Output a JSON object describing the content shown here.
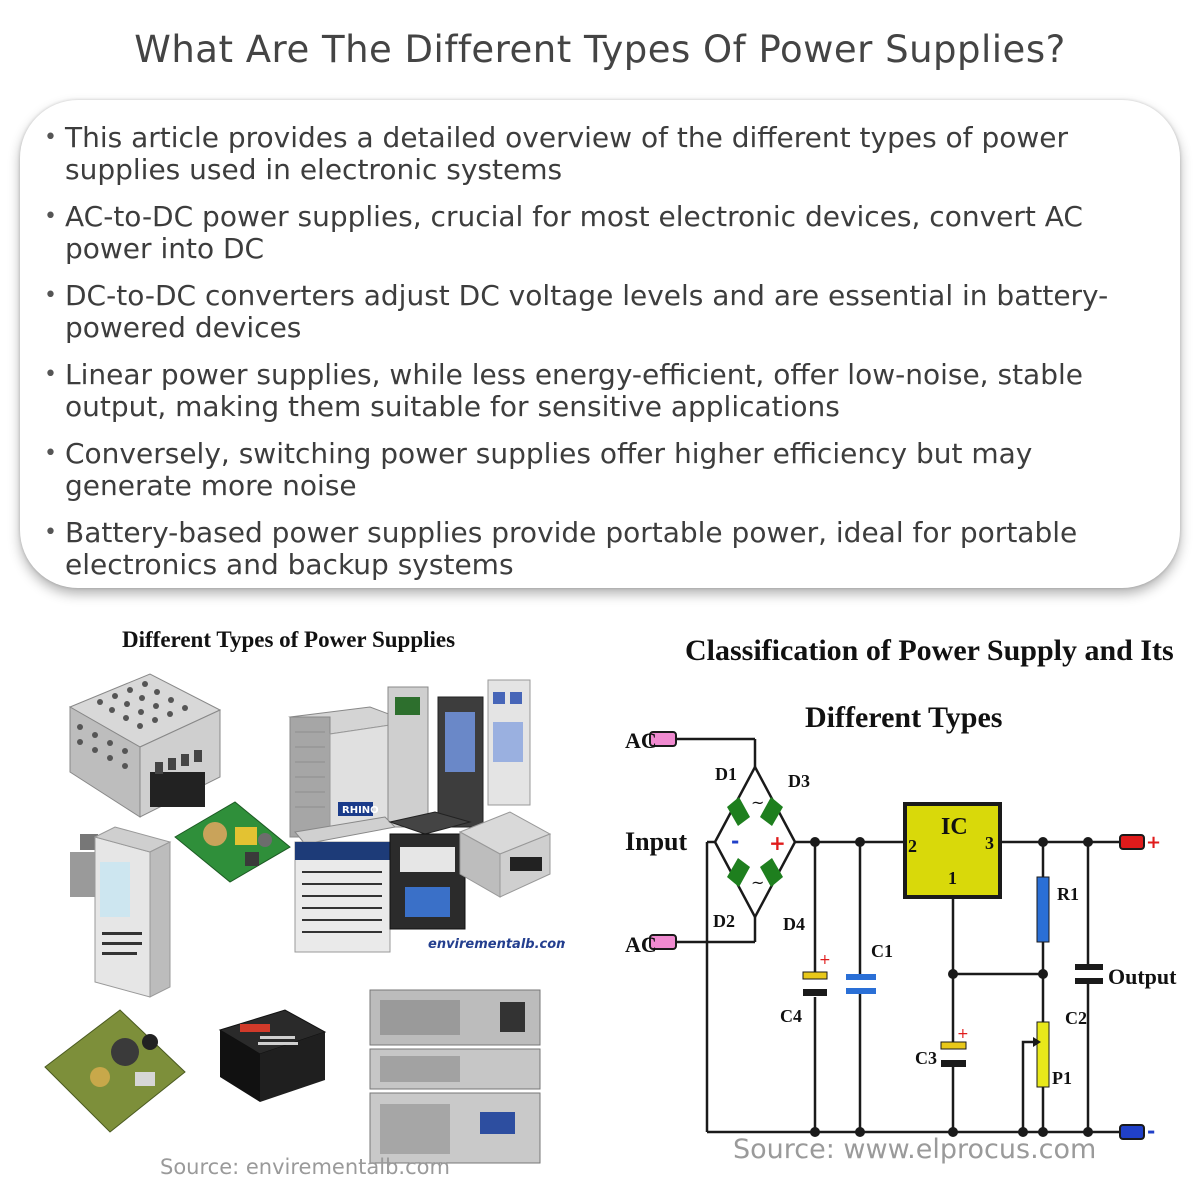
{
  "page": {
    "title": "What Are The Different Types Of Power Supplies?"
  },
  "bullets": [
    "This article provides a detailed overview of the different types of power supplies used in electronic systems",
    "AC-to-DC power supplies, crucial for most electronic devices, convert AC power into DC",
    "DC-to-DC converters adjust DC voltage levels and are essential in battery-powered devices",
    "Linear power supplies, while less energy-efficient, offer low-noise, stable output, making them suitable for sensitive applications",
    "Conversely, switching power supplies offer higher efficiency but may generate more noise",
    "Battery-based power supplies provide portable power, ideal for portable electronics and backup systems"
  ],
  "left_image": {
    "heading": "Different Types of Power Supplies",
    "watermark": "envirementalb.com",
    "source": "Source: envirementalb.com",
    "brand_label": "RHINO"
  },
  "right_image": {
    "heading_line1": "Classification of Power Supply and Its",
    "heading_line2": "Different Types",
    "ac_top": "AC",
    "ac_bottom": "AC",
    "input": "Input",
    "output": "Output",
    "ic": "IC",
    "ic_pin_in": "2",
    "ic_pin_out": "3",
    "ic_pin_gnd": "1",
    "d1": "D1",
    "d2": "D2",
    "d3": "D3",
    "d4": "D4",
    "c1": "C1",
    "c2": "C2",
    "c3": "C3",
    "c4": "C4",
    "r1": "R1",
    "p1": "P1",
    "plus": "+",
    "minus": "-",
    "source": "Source: www.elprocus.com"
  },
  "colors": {
    "wire": "#1a1a1a",
    "ic_fill": "#d9d90a",
    "diode": "#1e7f1e",
    "capacitor_blue": "#2a6fd6",
    "capacitor_yellow": "#e8c81a",
    "terminal_red": "#e01b1b",
    "terminal_blue": "#2040c8",
    "terminal_pink": "#f08ad0"
  }
}
